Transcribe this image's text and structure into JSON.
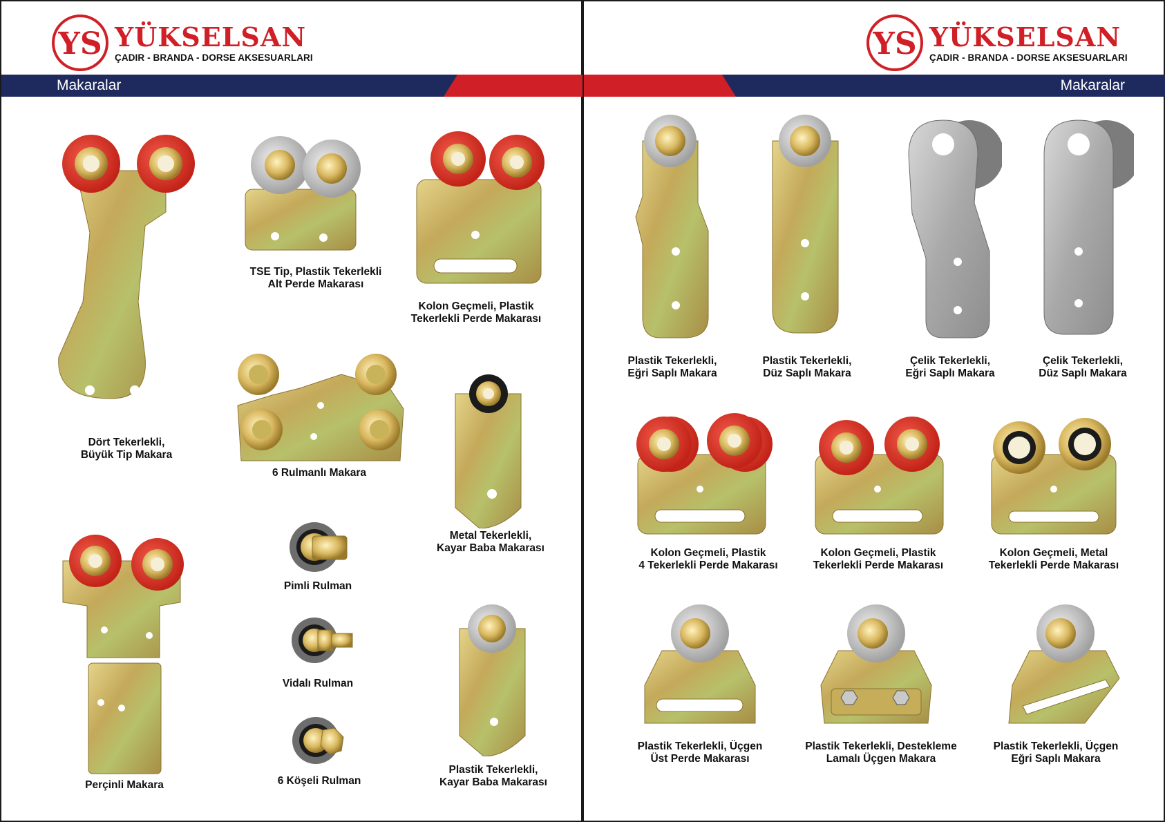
{
  "brand": {
    "name": "YÜKSELSAN",
    "monogram": "YS",
    "tagline": "ÇADIR - BRANDA - DORSE AKSESUARLARI"
  },
  "section_title": "Makaralar",
  "colors": {
    "brand_red": "#d01f26",
    "band_navy": "#1e2a5e",
    "zinc_gold": "#c9b063",
    "steel": "#a8a8a8",
    "wheel_red": "#e03a2c",
    "wheel_grey": "#cfcfcf"
  },
  "left_page": {
    "products": [
      {
        "line1": "Dört Tekerlekli,",
        "line2": "Büyük Tip Makara"
      },
      {
        "line1": "TSE Tip, Plastik Tekerlekli",
        "line2": "Alt Perde Makarası"
      },
      {
        "line1": "Kolon Geçmeli, Plastik",
        "line2": "Tekerlekli Perde Makarası"
      },
      {
        "line1": "6 Rulmanlı Makara",
        "line2": ""
      },
      {
        "line1": "Metal Tekerlekli,",
        "line2": "Kayar Baba Makarası"
      },
      {
        "line1": "Perçinli Makara",
        "line2": ""
      },
      {
        "line1": "Pimli Rulman",
        "line2": ""
      },
      {
        "line1": "Vidalı Rulman",
        "line2": ""
      },
      {
        "line1": "6 Köşeli Rulman",
        "line2": ""
      },
      {
        "line1": "Plastik Tekerlekli,",
        "line2": "Kayar Baba Makarası"
      }
    ]
  },
  "right_page": {
    "products": [
      {
        "line1": "Plastik Tekerlekli,",
        "line2": "Eğri Saplı Makara"
      },
      {
        "line1": "Plastik Tekerlekli,",
        "line2": "Düz Saplı Makara"
      },
      {
        "line1": "Çelik Tekerlekli,",
        "line2": "Eğri Saplı Makara"
      },
      {
        "line1": "Çelik Tekerlekli,",
        "line2": "Düz Saplı Makara"
      },
      {
        "line1": "Kolon Geçmeli, Plastik",
        "line2": "4 Tekerlekli Perde Makarası"
      },
      {
        "line1": "Kolon Geçmeli, Plastik",
        "line2": "Tekerlekli Perde Makarası"
      },
      {
        "line1": "Kolon Geçmeli, Metal",
        "line2": "Tekerlekli Perde Makarası"
      },
      {
        "line1": "Plastik Tekerlekli, Üçgen",
        "line2": "Üst Perde Makarası"
      },
      {
        "line1": "Plastik Tekerlekli, Destekleme",
        "line2": "Lamalı Üçgen Makara"
      },
      {
        "line1": "Plastik Tekerlekli, Üçgen",
        "line2": "Eğri Saplı Makara"
      }
    ]
  }
}
